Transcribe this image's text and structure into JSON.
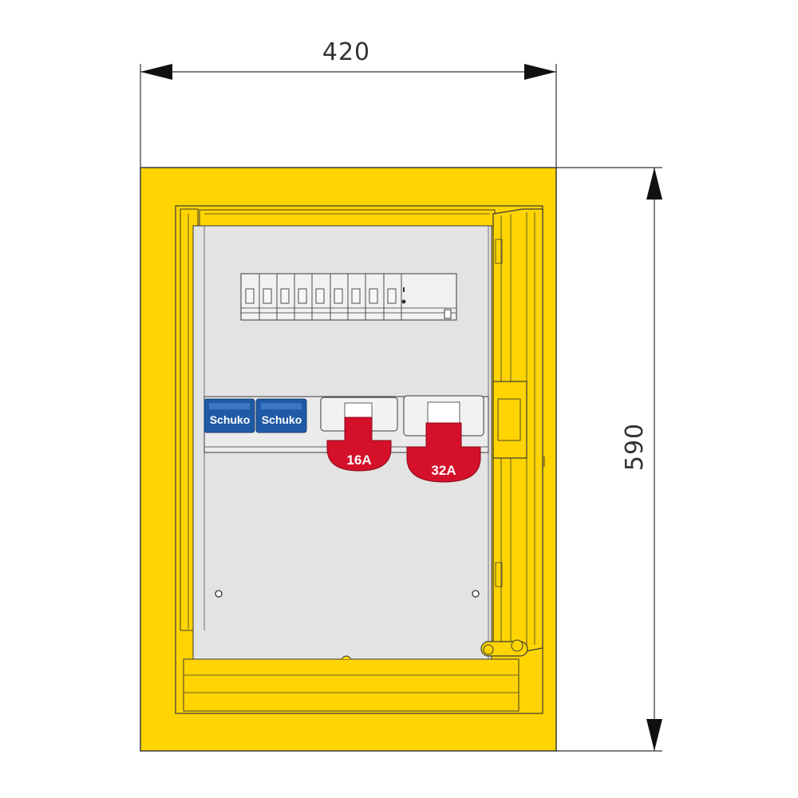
{
  "dimensions": {
    "width_label": "420",
    "height_label": "590"
  },
  "sockets": {
    "schuko_left": "Schuko",
    "schuko_right": "Schuko",
    "cee_16": "16A",
    "cee_32": "32A"
  },
  "colors": {
    "housing": "#ffd400",
    "panel": "#e3e3e3",
    "schuko": "#1f5aa6",
    "cee": "#d4102a",
    "outline": "#3a3a3a"
  }
}
